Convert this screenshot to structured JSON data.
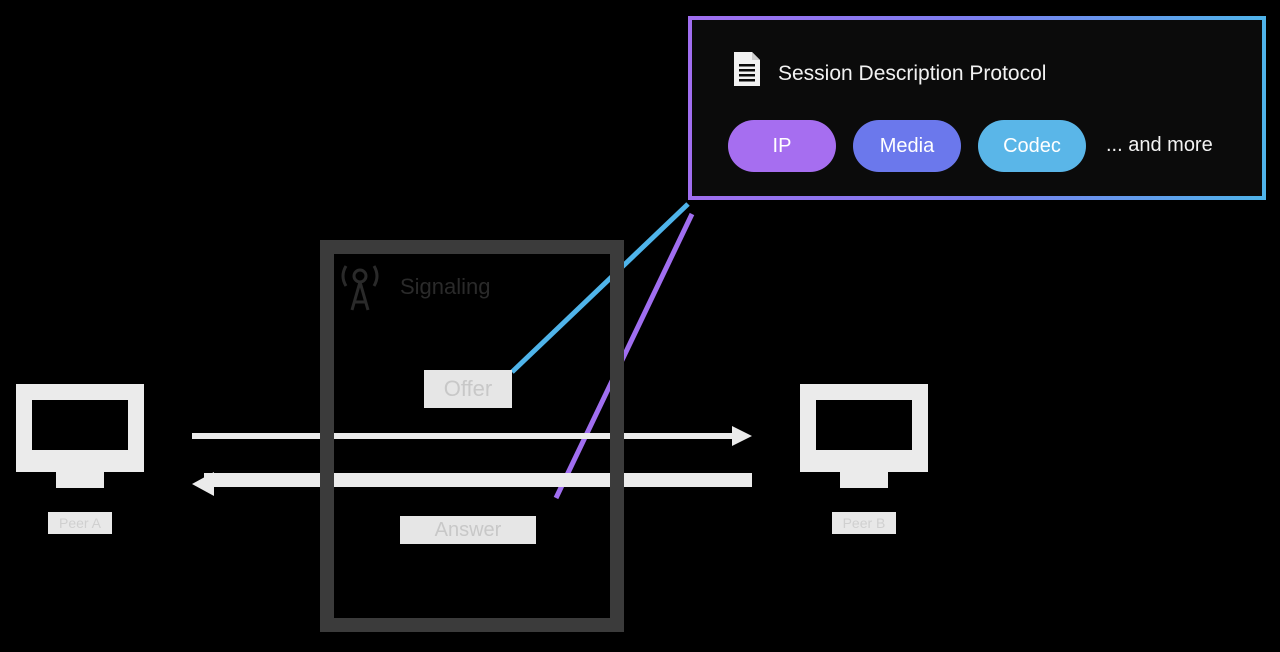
{
  "sdp": {
    "title": "Session Description Protocol",
    "icon": "document-icon",
    "pills": [
      {
        "label": "IP",
        "color": "#a66ef0"
      },
      {
        "label": "Media",
        "color": "#6b78ec"
      },
      {
        "label": "Codec",
        "color": "#5ab6e8"
      }
    ],
    "more": "... and more",
    "border_colors": [
      "#a06ef0",
      "#7b7ef0",
      "#4fb4ea"
    ]
  },
  "signaling": {
    "label": "Signaling",
    "icon": "signal-tower-icon",
    "offer": "Offer",
    "answer": "Answer"
  },
  "peers": {
    "left_name": "Peer A",
    "right_name": "Peer B",
    "icon": "monitor-icon"
  },
  "colors": {
    "offer_line": "#4fb4ea",
    "answer_line": "#a06ef0",
    "arrows": "#ebebeb"
  }
}
